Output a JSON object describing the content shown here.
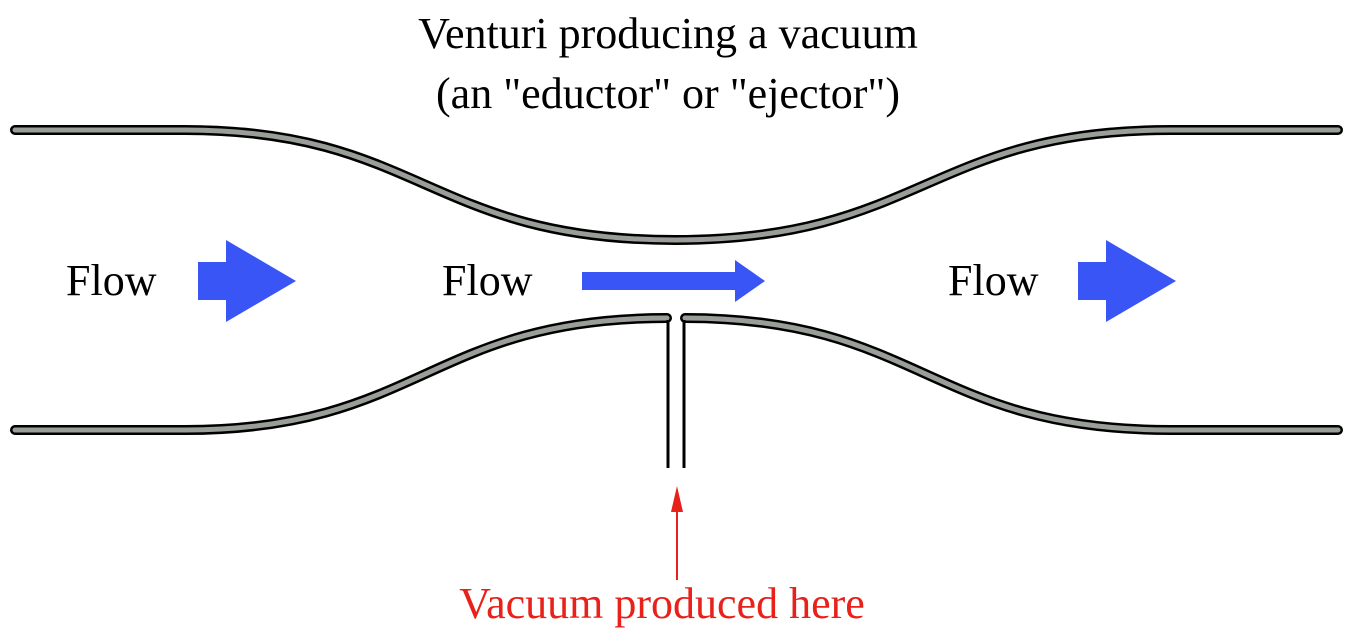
{
  "title": {
    "line1": "Venturi producing a vacuum",
    "line2": "(an \"eductor\" or \"ejector\")"
  },
  "flow_labels": [
    "Flow",
    "Flow",
    "Flow"
  ],
  "vacuum_label": "Vacuum produced here",
  "colors": {
    "pipe_fill": "#9a9e99",
    "pipe_edge": "#000000",
    "flow_arrow": "#3a55f5",
    "vacuum_label": "#e8211b",
    "vacuum_arrow": "#e8211b",
    "text": "#000000",
    "background": "#ffffff"
  }
}
